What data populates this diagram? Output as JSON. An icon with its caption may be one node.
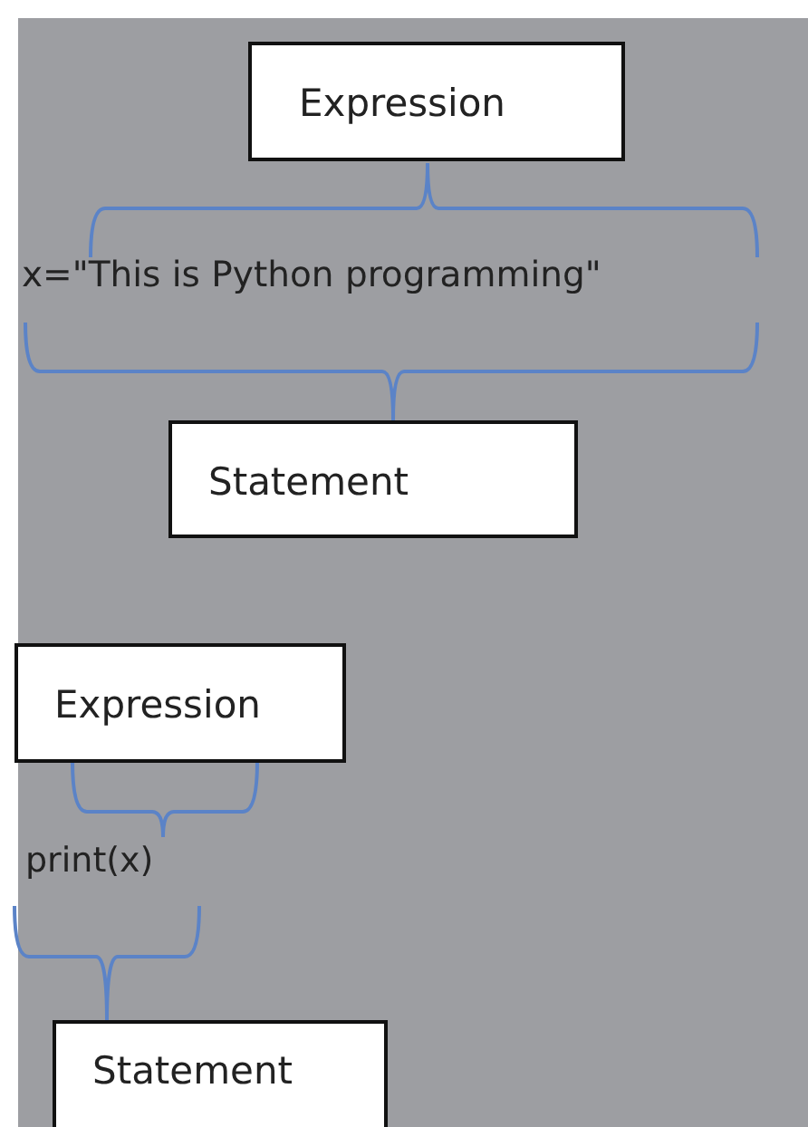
{
  "diagram": {
    "nodes": [
      {
        "text": [
          "Expression"
        ]
      },
      {
        "text": [
          "Statement"
        ]
      },
      {
        "text": [
          "Expression"
        ]
      },
      {
        "text": [
          "Statement"
        ]
      }
    ],
    "labels": [
      "x=\"This is Python programming\"",
      "print(x)"
    ]
  }
}
